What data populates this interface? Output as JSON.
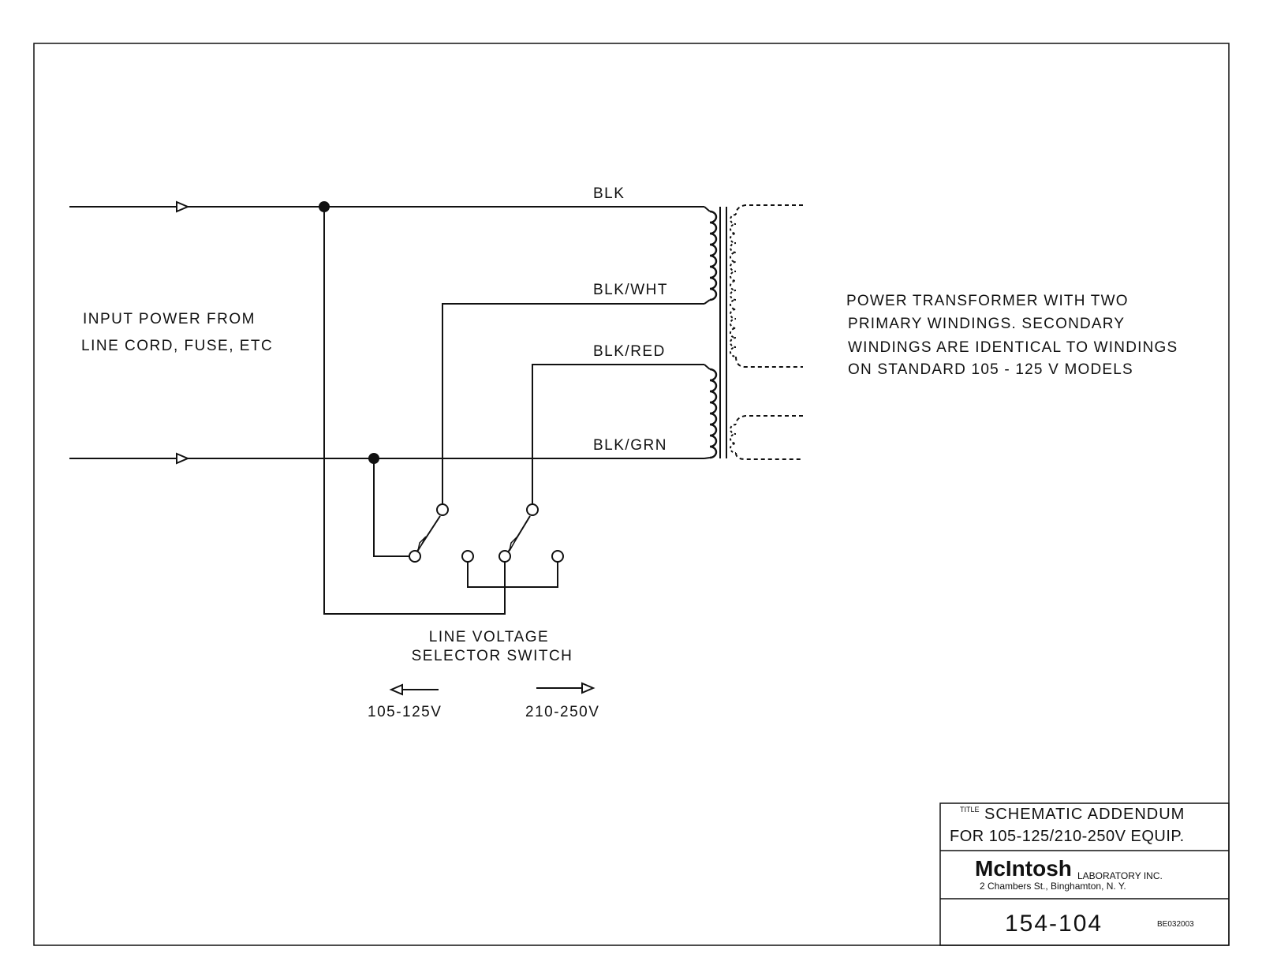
{
  "labels": {
    "blk": "BLK",
    "blk_wht": "BLK/WHT",
    "blk_red": "BLK/RED",
    "blk_grn": "BLK/GRN",
    "input_line1": "INPUT  POWER  FROM",
    "input_line2": "LINE  CORD,  FUSE,  ETC",
    "selector_line1": "LINE  VOLTAGE",
    "selector_line2": "SELECTOR  SWITCH",
    "left_range": "105-125V",
    "right_range": "210-250V"
  },
  "note": {
    "line1": "POWER  TRANSFORMER  WITH  TWO",
    "line2": "PRIMARY  WINDINGS.  SECONDARY",
    "line3": "WINDINGS  ARE  IDENTICAL TO WINDINGS",
    "line4": "ON   STANDARD    105 - 125 V   MODELS"
  },
  "title_block": {
    "title_tag": "TITLE",
    "title_line1": "SCHEMATIC  ADDENDUM",
    "title_line2": "FOR 105-125/210-250V EQUIP.",
    "company_logo": "McIntosh",
    "company_name": "LABORATORY  INC.",
    "address": "2 Chambers St., Binghamton, N. Y.",
    "drawing_number": "154-104",
    "doc_code": "BE032003"
  }
}
